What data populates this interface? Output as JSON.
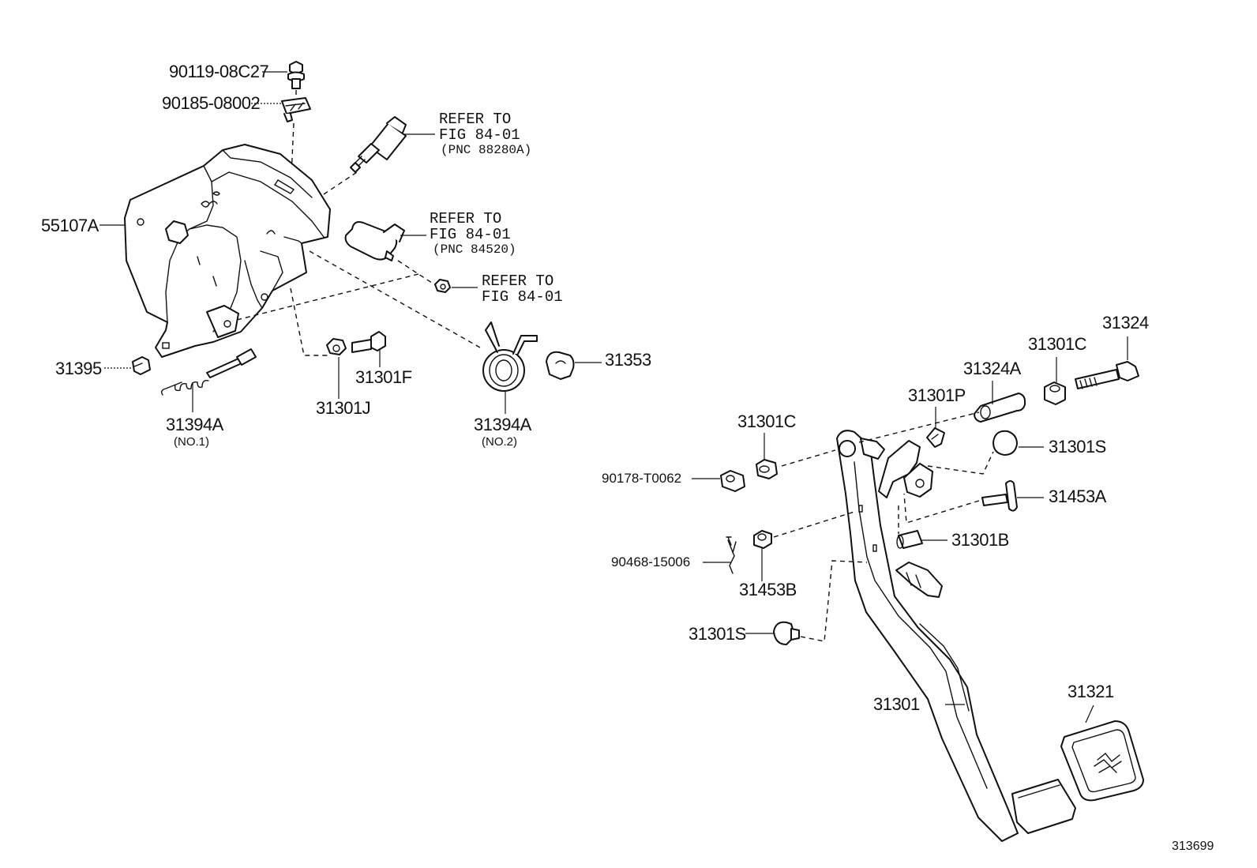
{
  "figure_number": "313699",
  "callouts": {
    "p90119": "90119-08C27",
    "p90185": "90185-08002",
    "p55107a": "55107A",
    "p31395": "31395",
    "p31394a_1": "31394A",
    "p31394a_1_note": "(NO.1)",
    "p31301j": "31301J",
    "p31301f": "31301F",
    "p31394a_2": "31394A",
    "p31394a_2_note": "(NO.2)",
    "p31353": "31353",
    "p31324": "31324",
    "p31301c_top": "31301C",
    "p31324a": "31324A",
    "p31301p": "31301P",
    "p31301c_left": "31301C",
    "p31301s_right": "31301S",
    "p90178": "90178-T0062",
    "p31453a": "31453A",
    "p31301b": "31301B",
    "p90468": "90468-15006",
    "p31453b": "31453B",
    "p31301s_left": "31301S",
    "p31301": "31301",
    "p31321": "31321"
  },
  "references": {
    "ref1": {
      "line1": "REFER TO",
      "line2": "FIG 84-01",
      "line3": "(PNC 88280A)"
    },
    "ref2": {
      "line1": "REFER TO",
      "line2": "FIG 84-01",
      "line3": "(PNC 84520)"
    },
    "ref3": {
      "line1": "REFER TO",
      "line2": "FIG 84-01"
    }
  }
}
